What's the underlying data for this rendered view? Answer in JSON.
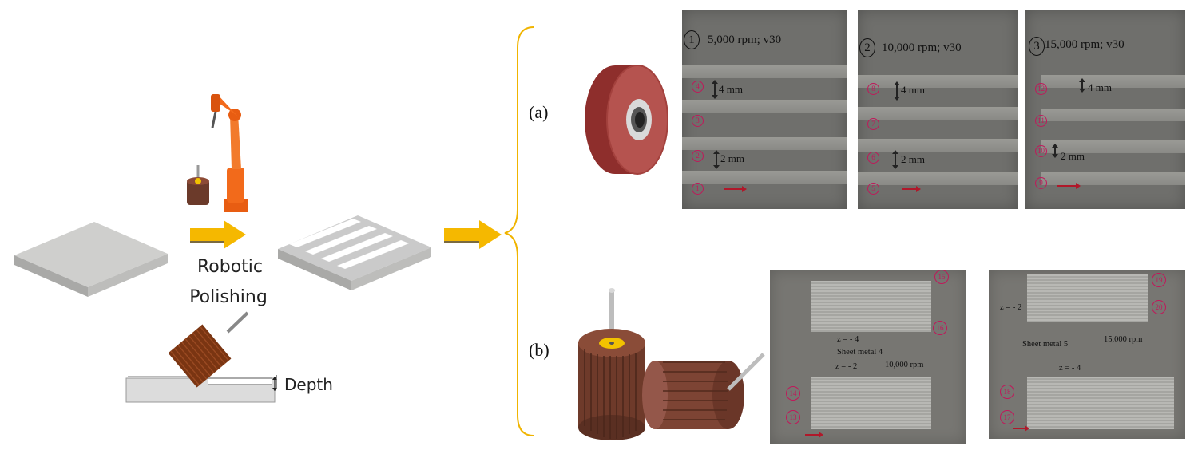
{
  "left": {
    "process_label_1": "Robotic",
    "process_label_2": "Polishing",
    "depth_label": "Depth"
  },
  "panel_a": {
    "label": "(a)",
    "sheets": [
      {
        "num": "1",
        "title": "5,000 rpm; v30",
        "wide_depth": "4 mm",
        "narrow_depth": "2 mm",
        "ids": [
          "4",
          "3",
          "2",
          "1"
        ]
      },
      {
        "num": "2",
        "title": "10,000 rpm; v30",
        "wide_depth": "4 mm",
        "narrow_depth": "2 mm",
        "ids": [
          "8",
          "7",
          "6",
          "5"
        ]
      },
      {
        "num": "3",
        "title": "15,000 rpm; v30",
        "wide_depth": "4 mm",
        "narrow_depth": "2 mm",
        "ids": [
          "12",
          "11",
          "10",
          "9"
        ]
      }
    ]
  },
  "panel_b": {
    "label": "(b)",
    "sheet4": {
      "ids": [
        "15",
        "16",
        "14",
        "13"
      ],
      "z_top": "z = - 4",
      "name": "Sheet metal  4",
      "z_bottom": "z = - 2",
      "rpm": "10,000 rpm"
    },
    "sheet5": {
      "ids": [
        "19",
        "20",
        "18",
        "17"
      ],
      "z_top": "z = - 2",
      "name": "Sheet metal  5",
      "rpm": "15,000 rpm",
      "z_bottom": "z = - 4"
    }
  },
  "colors": {
    "arrow": "#f5b800",
    "brace": "#f0b400",
    "robot": "#f26a1b",
    "marker": "#c0185a"
  }
}
